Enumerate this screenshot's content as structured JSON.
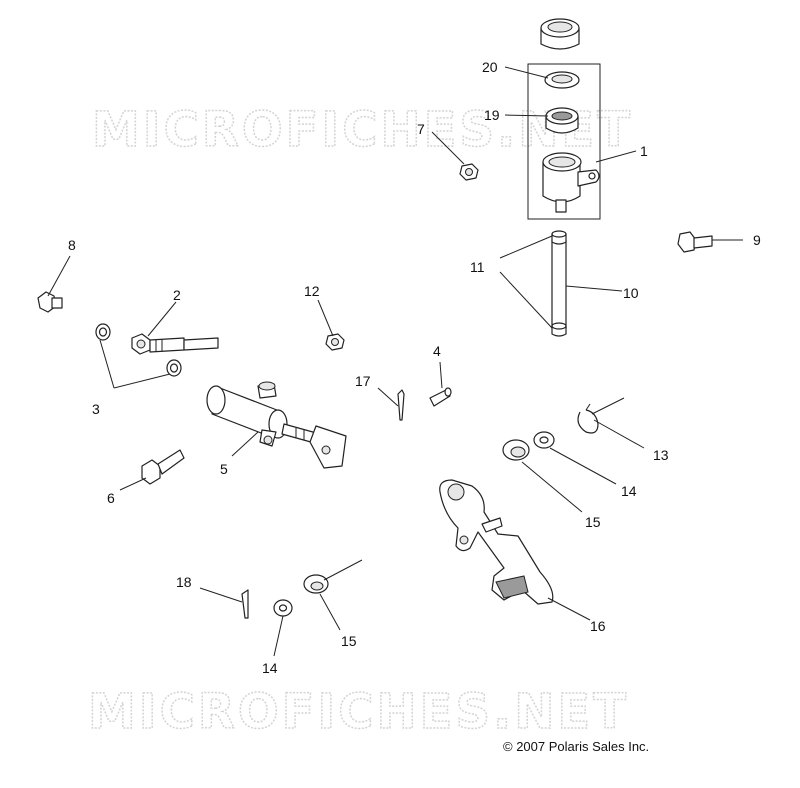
{
  "watermark": {
    "text_top": "MICROFICHES.NET",
    "text_bottom": "MICROFICHES.NET"
  },
  "copyright": "© 2007 Polaris Sales Inc.",
  "callouts": {
    "c1": "1",
    "c2": "2",
    "c3": "3",
    "c4": "4",
    "c5": "5",
    "c6": "6",
    "c7": "7",
    "c8": "8",
    "c9": "9",
    "c10": "10",
    "c11": "11",
    "c12": "12",
    "c13": "13",
    "c14a": "14",
    "c14b": "14",
    "c15a": "15",
    "c15b": "15",
    "c16": "16",
    "c17": "17",
    "c18": "18",
    "c19": "19",
    "c20": "20"
  }
}
